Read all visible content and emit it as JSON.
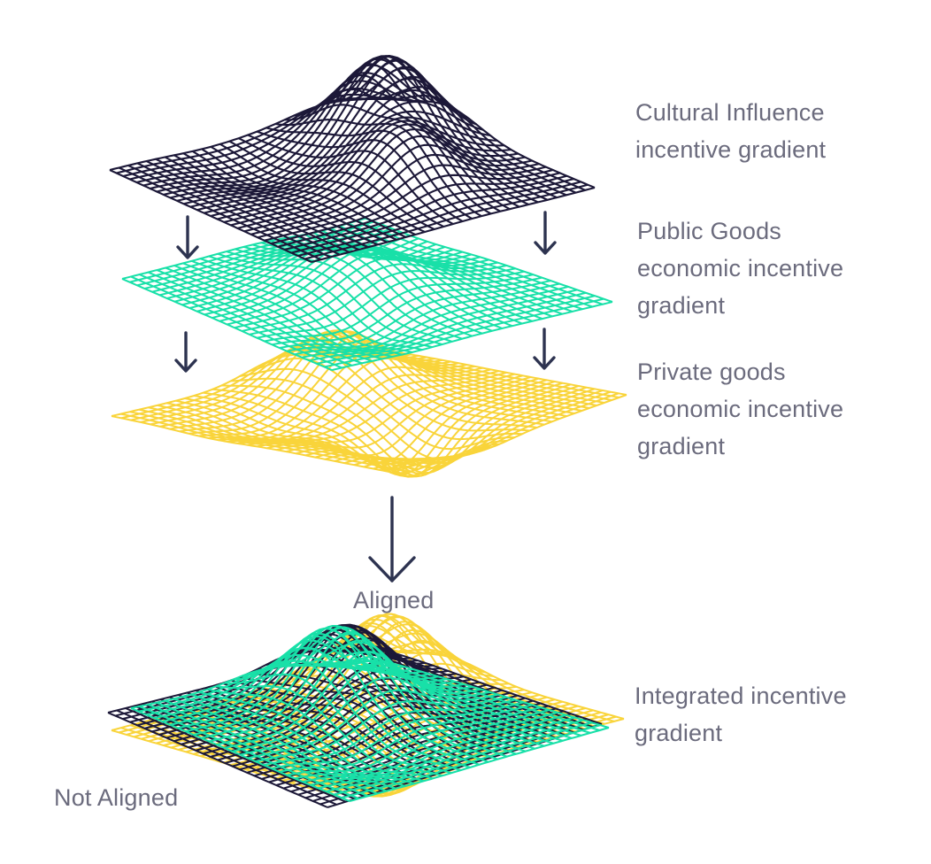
{
  "labels": {
    "cultural": [
      "Cultural Influence",
      "incentive gradient"
    ],
    "public_goods": [
      "Public Goods",
      "economic incentive",
      "gradient"
    ],
    "private_goods": [
      "Private goods",
      "economic incentive",
      "gradient"
    ],
    "integrated": [
      "Integrated incentive",
      "gradient"
    ],
    "aligned": "Aligned",
    "not_aligned": "Not Aligned"
  },
  "colors": {
    "cultural": "#1c1838",
    "public_goods": "#18e0a8",
    "private_goods": "#f9d43a",
    "arrow": "#2d3350",
    "text": "#6b6b7d"
  },
  "icons": {
    "layer_arrow": "arrow-down-icon",
    "aligned_arrow": "arrow-down-icon"
  }
}
